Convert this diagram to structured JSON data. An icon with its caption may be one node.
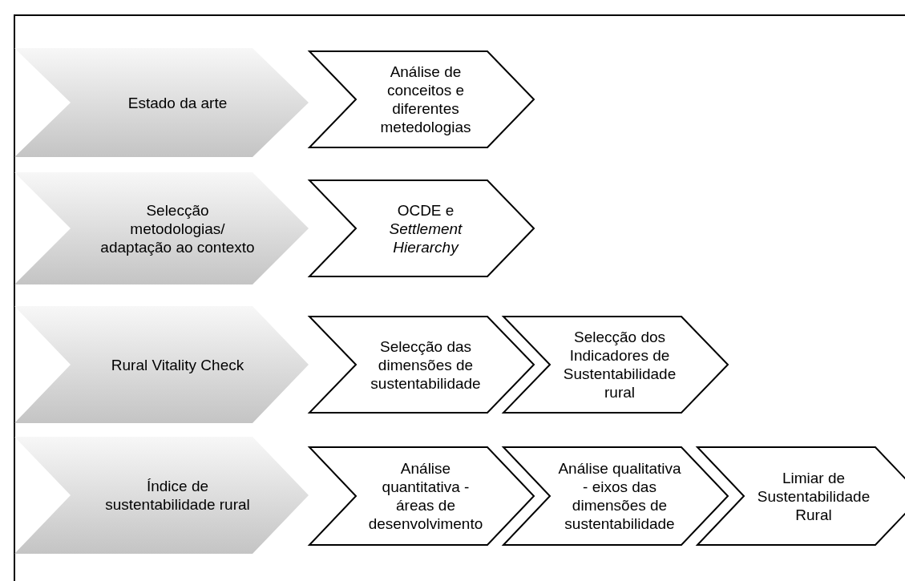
{
  "diagram": {
    "nodes": [
      {
        "text": [
          "Estado da arte"
        ]
      },
      {
        "text": [
          "Análise de conceitos e diferentes metedologias"
        ]
      },
      {
        "text": [
          "Selecção metodologias/ adaptação ao contexto"
        ]
      },
      {
        "text": [
          "OCDE e *Settlement Hierarchy*"
        ]
      },
      {
        "text": [
          "Rural Vitality Check"
        ]
      },
      {
        "text": [
          "Selecção das dimensões de sustentabilidade"
        ]
      },
      {
        "text": [
          "Selecção dos Indicadores de Sustentabilidade rural"
        ]
      },
      {
        "text": [
          "Índice de sustentabilidade rural"
        ]
      },
      {
        "text": [
          "Análise quantitativa - áreas de desenvolvimento"
        ]
      },
      {
        "text": [
          "Análise qualitativa - eixos das dimensões de sustentabilidade"
        ]
      },
      {
        "text": [
          "Limiar de Sustentabilidade Rural"
        ]
      }
    ],
    "edges": []
  }
}
